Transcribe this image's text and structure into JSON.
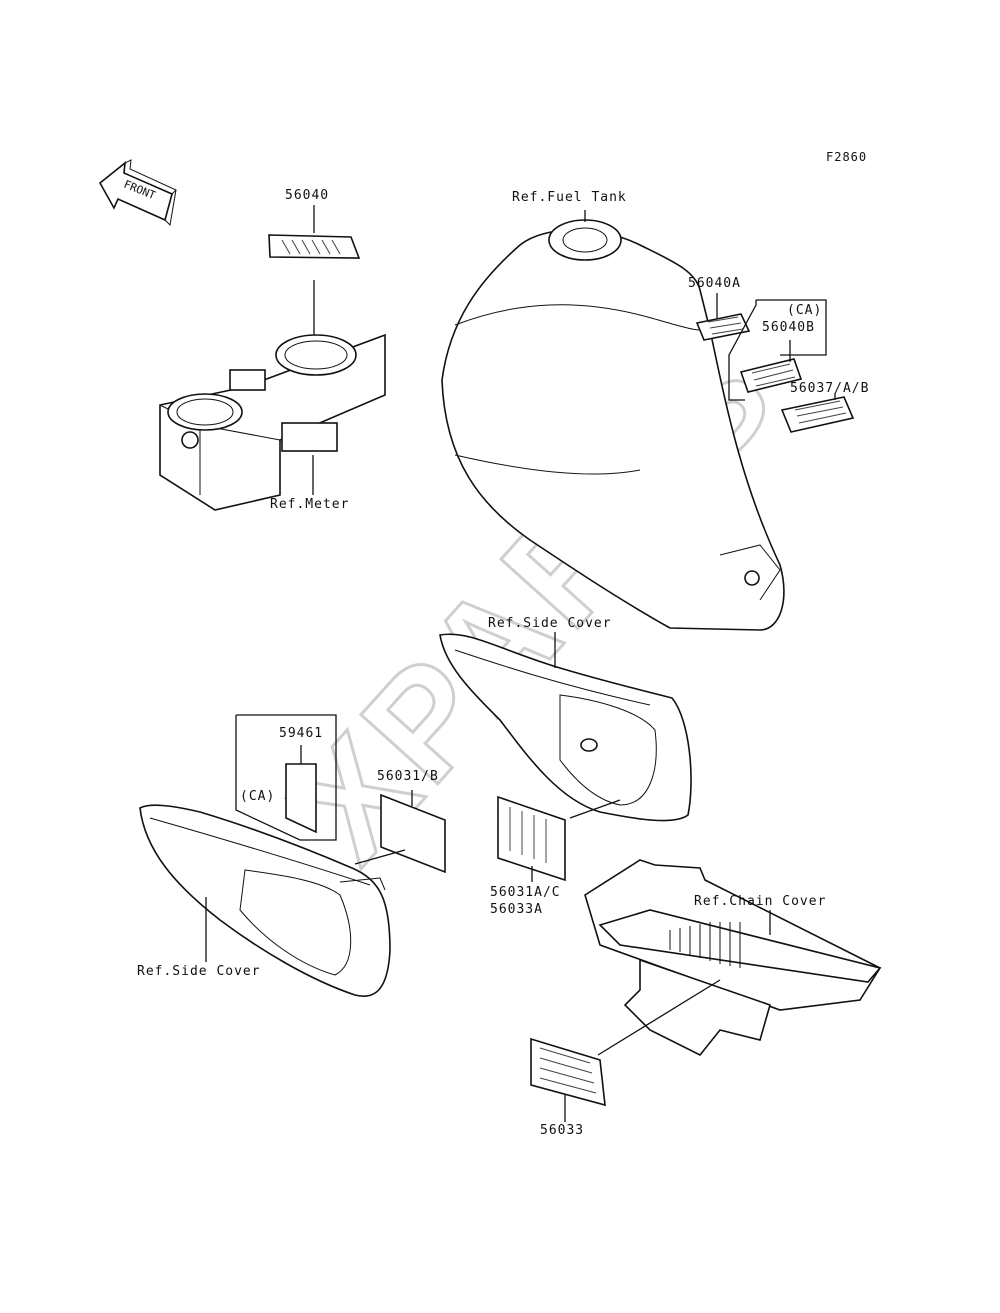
{
  "figure_code": "F2860",
  "watermark": "XPARTS",
  "front_arrow_label": "FRONT",
  "labels": {
    "p56040": "56040",
    "ref_meter": "Ref.Meter",
    "ref_fuel_tank": "Ref.Fuel Tank",
    "p56040a": "56040A",
    "ca_top": "(CA)",
    "p56040b": "56040B",
    "p56037": "56037/A/B",
    "ref_side_cover_right": "Ref.Side Cover",
    "p59461": "59461",
    "ca_left": "(CA)",
    "p56031b": "56031/B",
    "ref_side_cover_left": "Ref.Side Cover",
    "p56031ac": "56031A/C",
    "p56033a": "56033A",
    "ref_chain_cover": "Ref.Chain Cover",
    "p56033": "56033"
  }
}
